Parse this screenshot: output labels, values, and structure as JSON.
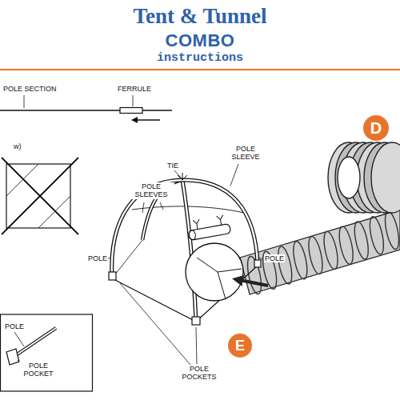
{
  "diagram": {
    "title": "Tent & Tunnel",
    "nodes": [
      {
        "text": [
          "D"
        ]
      },
      {
        "text": [
          "E"
        ]
      }
    ],
    "labels": [
      "COMBO",
      "instructions",
      "POLE SECTION",
      "FERRULE",
      "w)",
      "POLE SLEEVES",
      "TIE",
      "POLE SLEEVE",
      "POLE",
      "POLE",
      "POLE",
      "POLE POCKET",
      "POLE POCKETS"
    ]
  }
}
